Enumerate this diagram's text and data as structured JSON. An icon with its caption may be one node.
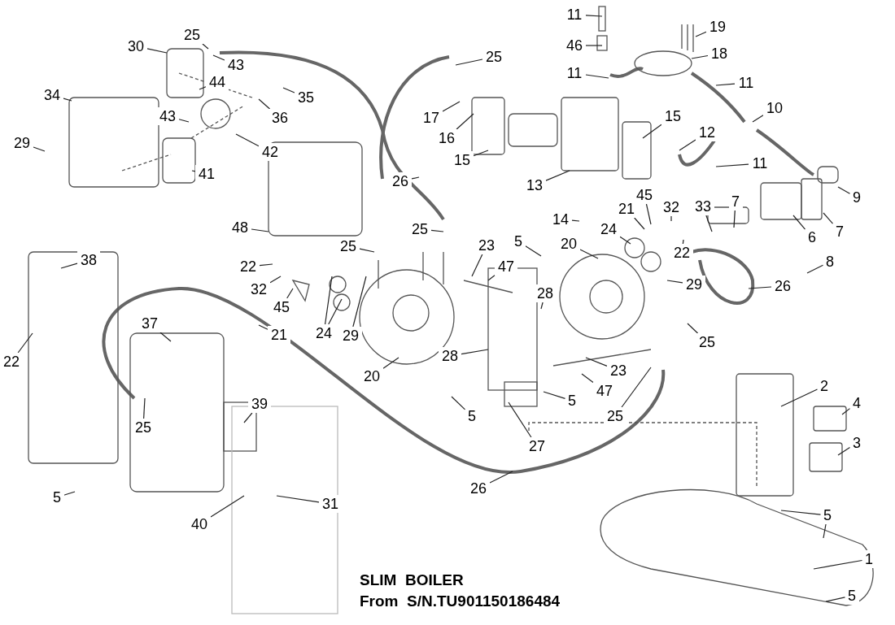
{
  "diagram": {
    "nodes": [
      {
        "text": [
          "11"
        ]
      },
      {
        "text": [
          "46"
        ]
      },
      {
        "text": [
          "11"
        ]
      },
      {
        "text": [
          "19"
        ]
      },
      {
        "text": [
          "18"
        ]
      },
      {
        "text": [
          "11"
        ]
      },
      {
        "text": [
          "30"
        ]
      },
      {
        "text": [
          "25"
        ]
      },
      {
        "text": [
          "43"
        ]
      },
      {
        "text": [
          "44"
        ]
      },
      {
        "text": [
          "25"
        ]
      },
      {
        "text": [
          "34"
        ]
      },
      {
        "text": [
          "35"
        ]
      },
      {
        "text": [
          "43"
        ]
      },
      {
        "text": [
          "36"
        ]
      },
      {
        "text": [
          "17"
        ]
      },
      {
        "text": [
          "16"
        ]
      },
      {
        "text": [
          "10"
        ]
      },
      {
        "text": [
          "15"
        ]
      },
      {
        "text": [
          "12"
        ]
      },
      {
        "text": [
          "29"
        ]
      },
      {
        "text": [
          "42"
        ]
      },
      {
        "text": [
          "15"
        ]
      },
      {
        "text": [
          "11"
        ]
      },
      {
        "text": [
          "41"
        ]
      },
      {
        "text": [
          "26"
        ]
      },
      {
        "text": [
          "13"
        ]
      },
      {
        "text": [
          "9"
        ]
      },
      {
        "text": [
          "48"
        ]
      },
      {
        "text": [
          "14"
        ]
      },
      {
        "text": [
          "45"
        ]
      },
      {
        "text": [
          "32"
        ]
      },
      {
        "text": [
          "21"
        ]
      },
      {
        "text": [
          "33"
        ]
      },
      {
        "text": [
          "7"
        ]
      },
      {
        "text": [
          "24"
        ]
      },
      {
        "text": [
          "6"
        ]
      },
      {
        "text": [
          "7"
        ]
      },
      {
        "text": [
          "25"
        ]
      },
      {
        "text": [
          "5"
        ]
      },
      {
        "text": [
          "20"
        ]
      },
      {
        "text": [
          "22"
        ]
      },
      {
        "text": [
          "8"
        ]
      },
      {
        "text": [
          "25"
        ]
      },
      {
        "text": [
          "23"
        ]
      },
      {
        "text": [
          "47"
        ]
      },
      {
        "text": [
          "22"
        ]
      },
      {
        "text": [
          "32"
        ]
      },
      {
        "text": [
          "45"
        ]
      },
      {
        "text": [
          "29"
        ]
      },
      {
        "text": [
          "26"
        ]
      },
      {
        "text": [
          "28"
        ]
      },
      {
        "text": [
          "21"
        ]
      },
      {
        "text": [
          "24"
        ]
      },
      {
        "text": [
          "29"
        ]
      },
      {
        "text": [
          "25"
        ]
      },
      {
        "text": [
          "28"
        ]
      },
      {
        "text": [
          "20"
        ]
      },
      {
        "text": [
          "23"
        ]
      },
      {
        "text": [
          "47"
        ]
      },
      {
        "text": [
          "5"
        ]
      },
      {
        "text": [
          "5"
        ]
      },
      {
        "text": [
          "25"
        ]
      },
      {
        "text": [
          "27"
        ]
      },
      {
        "text": [
          "37"
        ]
      },
      {
        "text": [
          "38"
        ]
      },
      {
        "text": [
          "22"
        ]
      },
      {
        "text": [
          "25"
        ]
      },
      {
        "text": [
          "39"
        ]
      },
      {
        "text": [
          "2"
        ]
      },
      {
        "text": [
          "4"
        ]
      },
      {
        "text": [
          "3"
        ]
      },
      {
        "text": [
          "26"
        ]
      },
      {
        "text": [
          "5"
        ]
      },
      {
        "text": [
          "40"
        ]
      },
      {
        "text": [
          "31"
        ]
      },
      {
        "text": [
          "5"
        ]
      },
      {
        "text": [
          "1"
        ]
      },
      {
        "text": [
          "5"
        ]
      }
    ],
    "edges": [
      {
        "from": 0,
        "to": null,
        "arrow": "none"
      },
      {
        "from": 1,
        "to": null,
        "arrow": "none"
      },
      {
        "from": 2,
        "to": null,
        "arrow": "none"
      },
      {
        "from": 3,
        "to": null,
        "arrow": "none"
      },
      {
        "from": 4,
        "to": null,
        "arrow": "none"
      },
      {
        "from": 5,
        "to": null,
        "arrow": "none"
      },
      {
        "from": 6,
        "to": null,
        "arrow": "none"
      },
      {
        "from": 7,
        "to": null,
        "arrow": "none"
      },
      {
        "from": 8,
        "to": null,
        "arrow": "none"
      },
      {
        "from": 9,
        "to": null,
        "arrow": "none"
      },
      {
        "from": 10,
        "to": null,
        "arrow": "none"
      },
      {
        "from": 11,
        "to": null,
        "arrow": "none"
      },
      {
        "from": 12,
        "to": null,
        "arrow": "none"
      },
      {
        "from": 13,
        "to": null,
        "arrow": "none"
      },
      {
        "from": 14,
        "to": null,
        "arrow": "none"
      },
      {
        "from": 15,
        "to": null,
        "arrow": "none"
      },
      {
        "from": 16,
        "to": null,
        "arrow": "none"
      },
      {
        "from": 17,
        "to": null,
        "arrow": "none"
      },
      {
        "from": 18,
        "to": null,
        "arrow": "none"
      },
      {
        "from": 19,
        "to": null,
        "arrow": "none"
      },
      {
        "from": 20,
        "to": null,
        "arrow": "none"
      },
      {
        "from": 21,
        "to": null,
        "arrow": "none"
      },
      {
        "from": 22,
        "to": null,
        "arrow": "none"
      },
      {
        "from": 23,
        "to": null,
        "arrow": "none"
      },
      {
        "from": 24,
        "to": null,
        "arrow": "none"
      },
      {
        "from": 25,
        "to": null,
        "arrow": "none"
      },
      {
        "from": 26,
        "to": null,
        "arrow": "none"
      },
      {
        "from": 27,
        "to": null,
        "arrow": "none"
      },
      {
        "from": 28,
        "to": null,
        "arrow": "none"
      },
      {
        "from": 29,
        "to": null,
        "arrow": "none"
      },
      {
        "from": 30,
        "to": null,
        "arrow": "none"
      },
      {
        "from": 31,
        "to": null,
        "arrow": "none"
      },
      {
        "from": 32,
        "to": null,
        "arrow": "none"
      },
      {
        "from": 33,
        "to": null,
        "arrow": "none"
      },
      {
        "from": 34,
        "to": null,
        "arrow": "none"
      },
      {
        "from": 35,
        "to": null,
        "arrow": "none"
      },
      {
        "from": 36,
        "to": null,
        "arrow": "none"
      },
      {
        "from": 37,
        "to": null,
        "arrow": "none"
      },
      {
        "from": 38,
        "to": null,
        "arrow": "none"
      },
      {
        "from": 39,
        "to": null,
        "arrow": "none"
      },
      {
        "from": 40,
        "to": null,
        "arrow": "none"
      },
      {
        "from": 41,
        "to": null,
        "arrow": "none"
      },
      {
        "from": 42,
        "to": null,
        "arrow": "none"
      },
      {
        "from": 43,
        "to": null,
        "arrow": "none"
      },
      {
        "from": 44,
        "to": null,
        "arrow": "none"
      },
      {
        "from": 45,
        "to": null,
        "arrow": "none"
      },
      {
        "from": 46,
        "to": null,
        "arrow": "none"
      },
      {
        "from": 47,
        "to": null,
        "arrow": "none"
      },
      {
        "from": 48,
        "to": null,
        "arrow": "none"
      },
      {
        "from": 49,
        "to": null,
        "arrow": "none"
      },
      {
        "from": 50,
        "to": null,
        "arrow": "none"
      },
      {
        "from": 51,
        "to": null,
        "arrow": "none"
      },
      {
        "from": 52,
        "to": null,
        "arrow": "none"
      },
      {
        "from": 53,
        "to": null,
        "arrow": "none"
      },
      {
        "from": 53,
        "to": null,
        "arrow": "none"
      },
      {
        "from": 54,
        "to": null,
        "arrow": "none"
      },
      {
        "from": 55,
        "to": null,
        "arrow": "none"
      },
      {
        "from": 56,
        "to": null,
        "arrow": "none"
      },
      {
        "from": 57,
        "to": null,
        "arrow": "none"
      },
      {
        "from": 58,
        "to": null,
        "arrow": "none"
      },
      {
        "from": 59,
        "to": null,
        "arrow": "none"
      },
      {
        "from": 60,
        "to": null,
        "arrow": "none"
      },
      {
        "from": 61,
        "to": null,
        "arrow": "none"
      },
      {
        "from": 62,
        "to": null,
        "arrow": "none"
      },
      {
        "from": 63,
        "to": null,
        "arrow": "none"
      },
      {
        "from": 64,
        "to": null,
        "arrow": "none"
      },
      {
        "from": 65,
        "to": null,
        "arrow": "none"
      },
      {
        "from": 66,
        "to": null,
        "arrow": "none"
      },
      {
        "from": 67,
        "to": null,
        "arrow": "none"
      },
      {
        "from": 68,
        "to": null,
        "arrow": "none"
      },
      {
        "from": 69,
        "to": null,
        "arrow": "none"
      },
      {
        "from": 70,
        "to": null,
        "arrow": "none"
      },
      {
        "from": 71,
        "to": null,
        "arrow": "none"
      },
      {
        "from": 72,
        "to": null,
        "arrow": "none"
      },
      {
        "from": 73,
        "to": null,
        "arrow": "none"
      },
      {
        "from": 74,
        "to": null,
        "arrow": "none"
      },
      {
        "from": 75,
        "to": null,
        "arrow": "none"
      },
      {
        "from": 76,
        "to": null,
        "arrow": "none"
      },
      {
        "from": 76,
        "to": null,
        "arrow": "none"
      },
      {
        "from": 77,
        "to": null,
        "arrow": "none"
      },
      {
        "from": 78,
        "to": null,
        "arrow": "none"
      }
    ],
    "labels": [
      "SLIM  BOILER",
      "From  S/N.TU901150186484"
    ]
  }
}
